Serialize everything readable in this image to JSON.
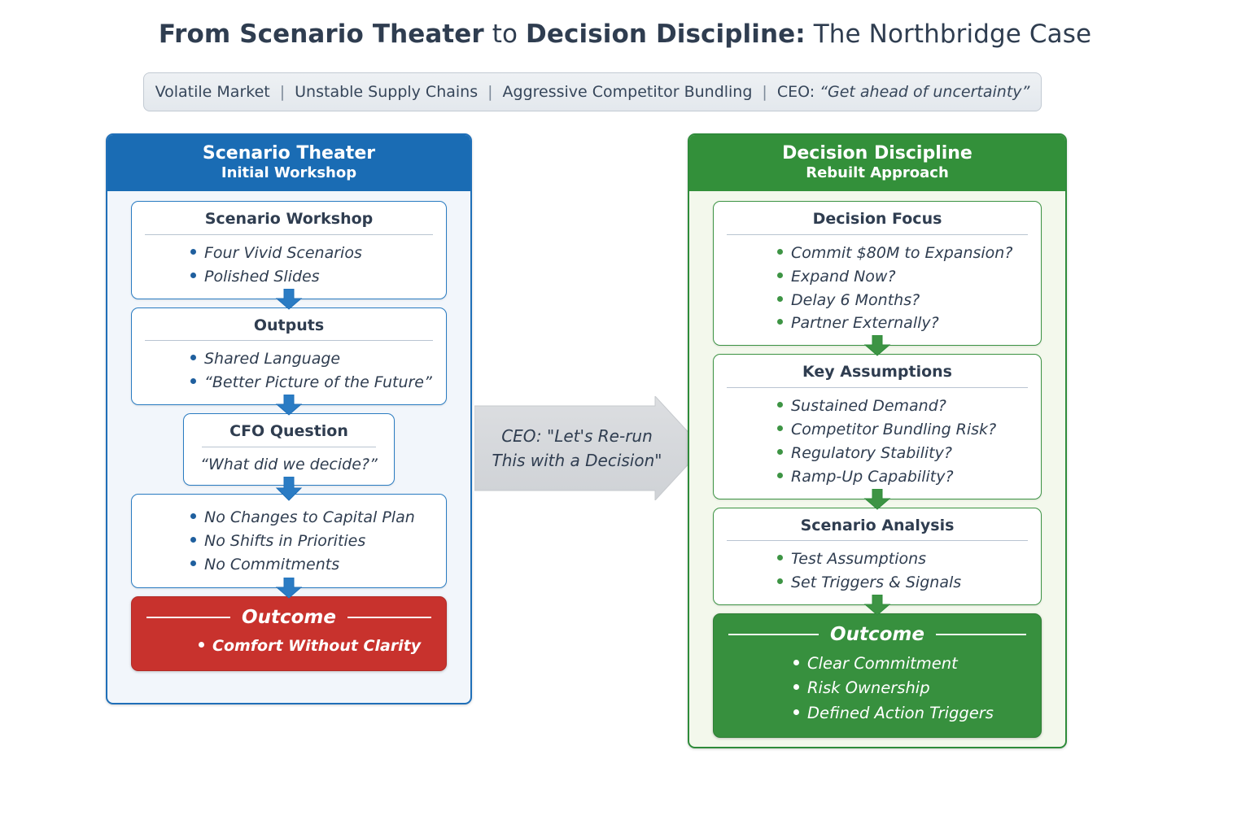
{
  "title": {
    "part1": "From Scenario Theater",
    "part2": " to ",
    "part3": "Decision Discipline:",
    "part4": " The Northbridge Case"
  },
  "context_bar": {
    "items": [
      "Volatile Market",
      "Unstable Supply Chains",
      "Aggressive Competitor Bundling"
    ],
    "ceo_prefix": "CEO: ",
    "ceo_quote": "“Get ahead of uncertainty”",
    "separator": "|"
  },
  "colors": {
    "blue_header": "#1a6cb4",
    "blue_border": "#1f6fb8",
    "blue_panel_bg": "#f2f6fb",
    "green_header": "#33903a",
    "green_border": "#2e8b3a",
    "green_panel_bg": "#f3f8ec",
    "red_outcome": "#c8322d",
    "green_outcome": "#37903e",
    "arrow_gray": "#d4d6d9",
    "text": "#2f3d50"
  },
  "left_panel": {
    "header_line1": "Scenario Theater",
    "header_line2": "Initial Workshop",
    "cards": [
      {
        "title": "Scenario Workshop",
        "items": [
          "Four Vivid Scenarios",
          "Polished Slides"
        ]
      },
      {
        "title": "Outputs",
        "items": [
          "Shared Language",
          "“Better Picture of the Future”"
        ]
      },
      {
        "title": "CFO Question",
        "quote": "“What did we decide?”"
      },
      {
        "title": "",
        "items": [
          "No Changes to Capital Plan",
          "No Shifts in Priorities",
          "No Commitments"
        ]
      }
    ],
    "outcome": {
      "label": "Outcome",
      "items": [
        "Comfort Without Clarity"
      ]
    }
  },
  "center_arrow": {
    "line1": "CEO: \"Let's Re-run",
    "line2": "This with a Decision\""
  },
  "right_panel": {
    "header_line1": "Decision Discipline",
    "header_line2": "Rebuilt Approach",
    "cards": [
      {
        "title": "Decision Focus",
        "items": [
          "Commit $80M to Expansion?",
          "Expand Now?",
          "Delay 6 Months?",
          "Partner Externally?"
        ]
      },
      {
        "title": "Key Assumptions",
        "items": [
          "Sustained Demand?",
          "Competitor Bundling Risk?",
          "Regulatory Stability?",
          "Ramp-Up Capability?"
        ]
      },
      {
        "title": "Scenario Analysis",
        "items": [
          "Test Assumptions",
          "Set Triggers & Signals"
        ]
      }
    ],
    "outcome": {
      "label": "Outcome",
      "items": [
        "Clear Commitment",
        "Risk Ownership",
        "Defined Action Triggers"
      ]
    }
  }
}
